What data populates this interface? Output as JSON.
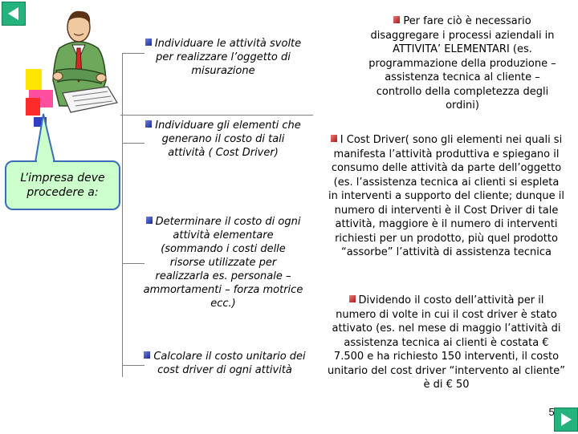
{
  "slide": {
    "callout_text": "L’impresa deve procedere a:",
    "steps": [
      "Individuare le attività svolte per realizzare l’oggetto di misurazione",
      "Individuare gli elementi che generano il costo di tali attività ( Cost Driver)",
      "Determinare il costo di ogni attività elementare (sommando i costi delle risorse utilizzate per realizzarla es. personale – ammortamenti – forza motrice ecc.)",
      "Calcolare il costo unitario dei cost driver di ogni attività"
    ],
    "notes": [
      "Per fare ciò è necessario disaggregare i processi aziendali in ATTIVITA’ ELEMENTARI (es. programmazione della produzione – assistenza tecnica al cliente – controllo della completezza degli ordini)",
      "I Cost Driver( sono gli elementi nei quali si manifesta l’attività produttiva e spiegano il consumo delle attività da parte dell’oggetto (es. l’assistenza tecnica ai clienti si espleta in interventi a supporto del cliente; dunque il numero di interventi è il Cost Driver di tale attività, maggiore è il numero di interventi richiesti per un prodotto, più quel prodotto “assorbe” l’attività di assistenza tecnica",
      "Dividendo il costo dell’attività per il numero di volte in cui il cost driver è stato attivato (es. nel mese di maggio l’attività di assistenza tecnica ai clienti è costata € 7.500 e ha richiesto 150 interventi, il costo unitario del cost driver “intervento al cliente” è di € 50"
    ],
    "page_number": "58"
  },
  "icons": {
    "prev": "previous-slide-icon",
    "next": "next-slide-icon",
    "illustration": "businessman-clipart-icon"
  },
  "colors": {
    "nav_button": "#25b37d",
    "callout_fill": "#ccffcc",
    "callout_border": "#3a6fb8",
    "bullet_blue": "#2a3aa8",
    "bullet_red": "#c02020",
    "connector": "#808080"
  }
}
